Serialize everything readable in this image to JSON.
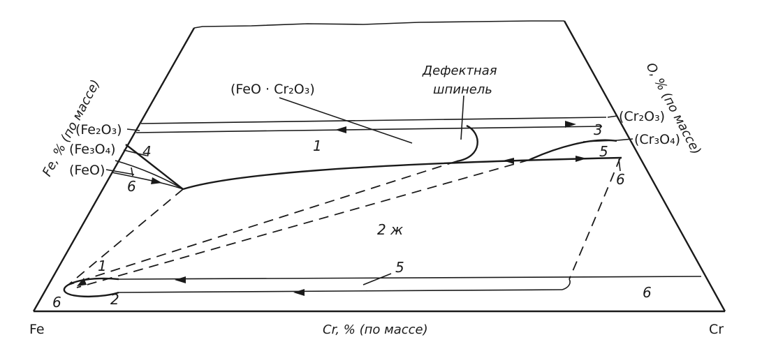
{
  "vertices": {
    "fe": "Fe",
    "cr": "Cr"
  },
  "axes": {
    "fe_axis": "Fe, % (по массе)",
    "o_axis": "O, % (по массе)",
    "cr_axis": "Cr, % (по массе)"
  },
  "phases": {
    "fe2o3": "(Fe₂O₃)",
    "fe3o4": "(Fe₃O₄)",
    "feo": "(FeO)",
    "feo_cr2o3": "(FeO · Cr₂O₃)",
    "defect_spinel_1": "Дефектная",
    "defect_spinel_2": "шпинель",
    "cr2o3": "(Cr₂O₃)",
    "cr3o4": "(Cr₃O₄)"
  },
  "region_labels": {
    "r1_top": "1",
    "r2_liquid": "2 ж",
    "r3": "3",
    "r4": "4",
    "r5_right": "5",
    "r6_left_upper": "6",
    "r6_right_upper": "6",
    "r1_bottom": "1",
    "r2_bottom": "2",
    "r5_bottom": "5",
    "r6_bottom_left": "6",
    "r6_bottom_right": "6"
  }
}
